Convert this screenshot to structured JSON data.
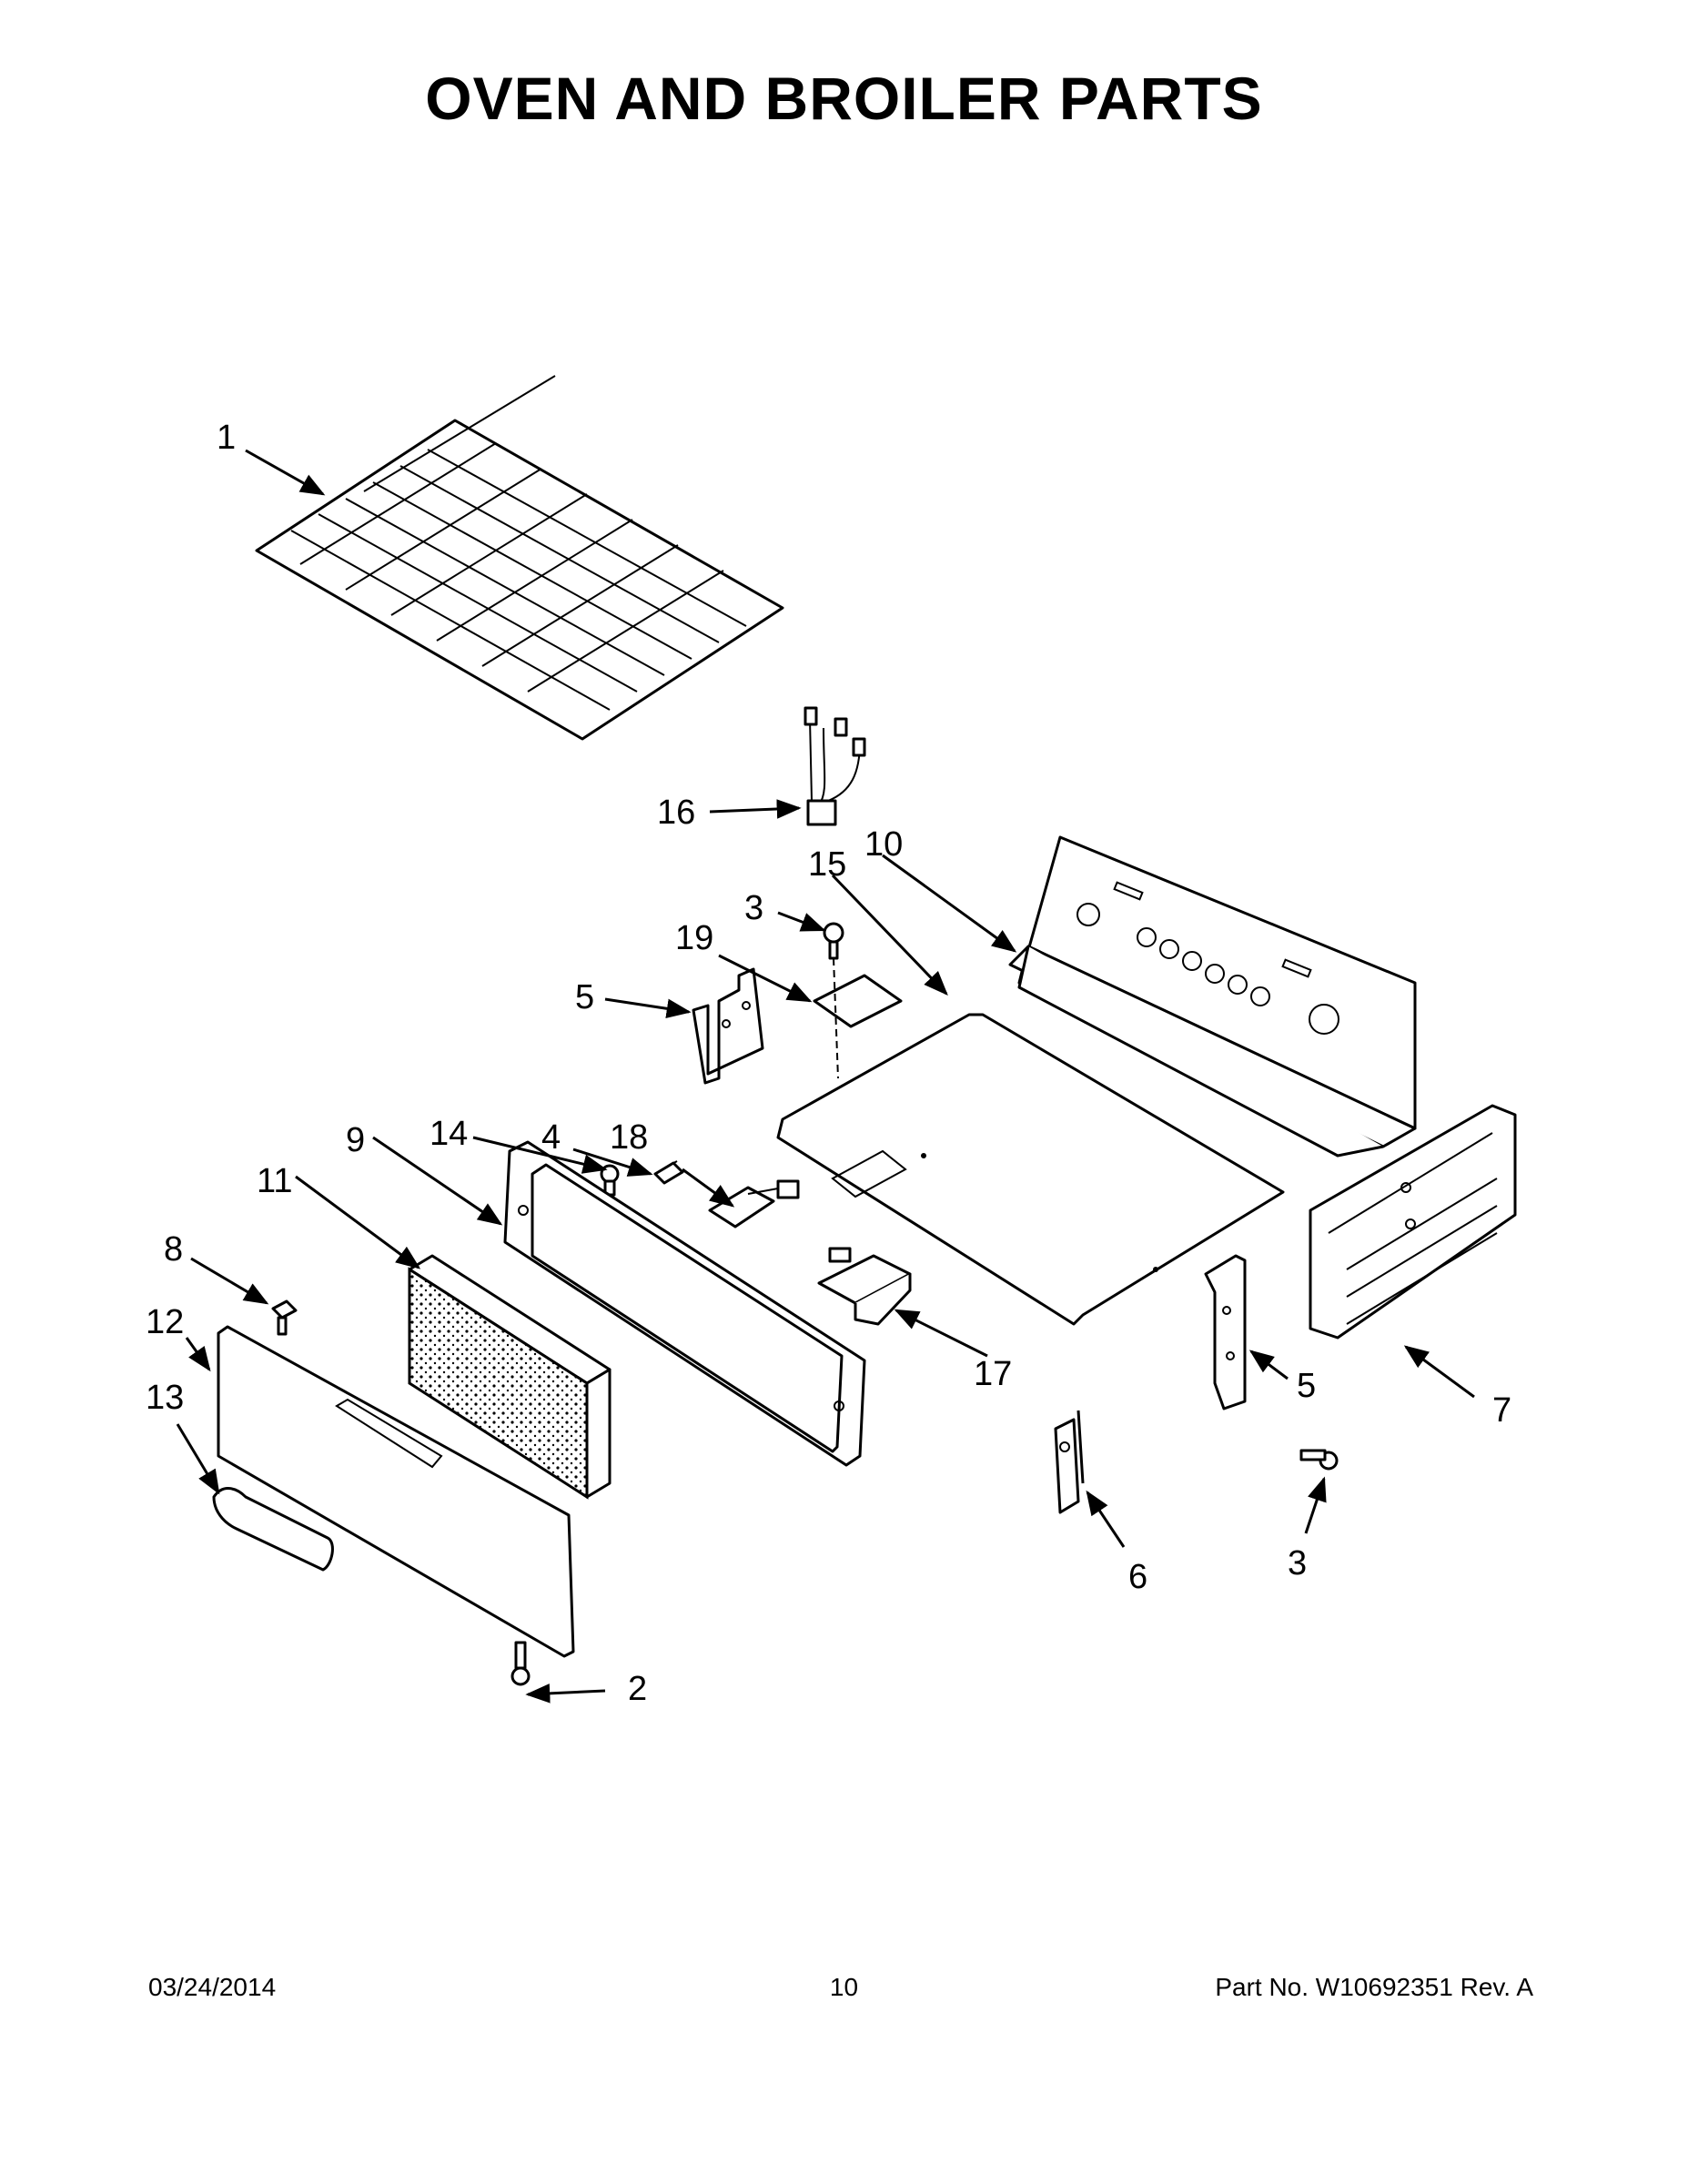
{
  "title": "OVEN AND BROILER PARTS",
  "callouts": {
    "c1": "1",
    "c2": "2",
    "c3a": "3",
    "c3b": "3",
    "c4": "4",
    "c5a": "5",
    "c5b": "5",
    "c6": "6",
    "c7": "7",
    "c8": "8",
    "c9": "9",
    "c10": "10",
    "c11": "11",
    "c12": "12",
    "c13": "13",
    "c14": "14",
    "c15": "15",
    "c16": "16",
    "c17": "17",
    "c18": "18",
    "c19": "19"
  },
  "footer": {
    "date": "03/24/2014",
    "page": "10",
    "part_no": "Part No.  W10692351  Rev.  A"
  }
}
